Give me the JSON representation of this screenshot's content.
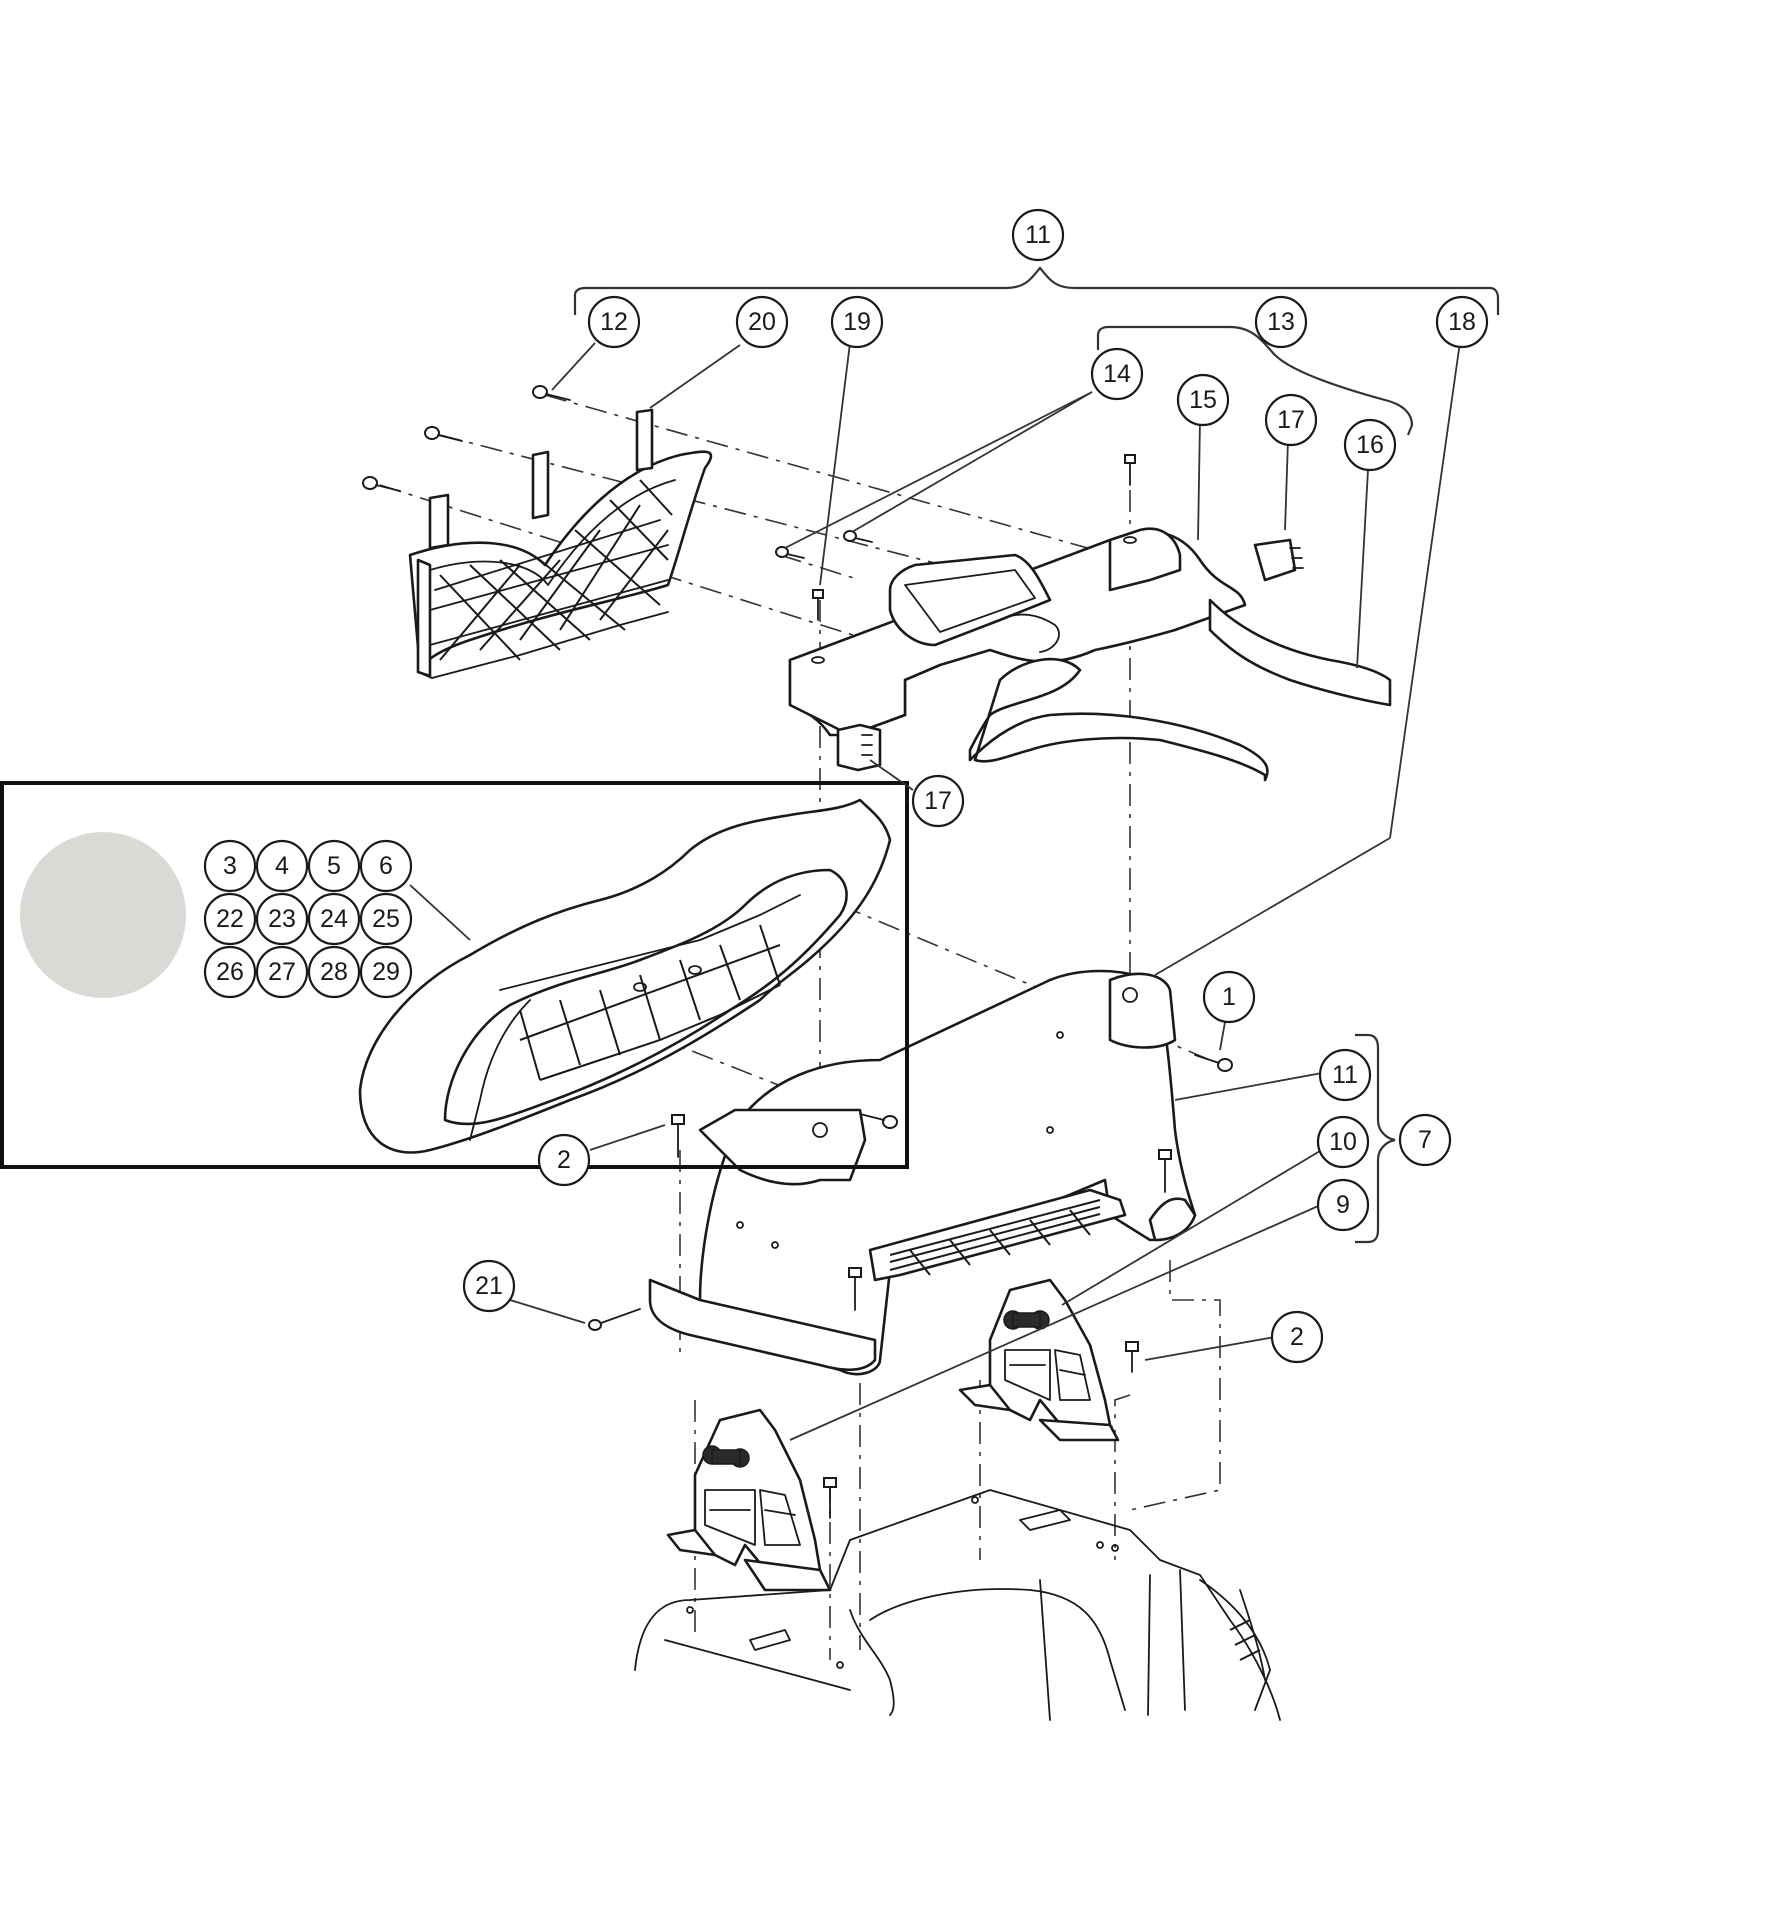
{
  "colors": {
    "line": "#1a1a1a",
    "inset_disc": "#d9d9d6",
    "background": "#ffffff"
  },
  "callouts": [
    {
      "id": "c11-top",
      "label": "11"
    },
    {
      "id": "c12",
      "label": "12"
    },
    {
      "id": "c20",
      "label": "20"
    },
    {
      "id": "c19",
      "label": "19"
    },
    {
      "id": "c13",
      "label": "13"
    },
    {
      "id": "c18",
      "label": "18"
    },
    {
      "id": "c14",
      "label": "14"
    },
    {
      "id": "c15",
      "label": "15"
    },
    {
      "id": "c17-top",
      "label": "17"
    },
    {
      "id": "c16",
      "label": "16"
    },
    {
      "id": "c17-mid",
      "label": "17"
    },
    {
      "id": "c1",
      "label": "1"
    },
    {
      "id": "c11-right",
      "label": "11"
    },
    {
      "id": "c7",
      "label": "7"
    },
    {
      "id": "c10",
      "label": "10"
    },
    {
      "id": "c9",
      "label": "9"
    },
    {
      "id": "c2-left",
      "label": "2"
    },
    {
      "id": "c21",
      "label": "21"
    },
    {
      "id": "c2-right",
      "label": "2"
    }
  ],
  "inset": {
    "grid_labels": [
      "3",
      "4",
      "5",
      "6",
      "22",
      "23",
      "24",
      "25",
      "26",
      "27",
      "28",
      "29"
    ]
  }
}
